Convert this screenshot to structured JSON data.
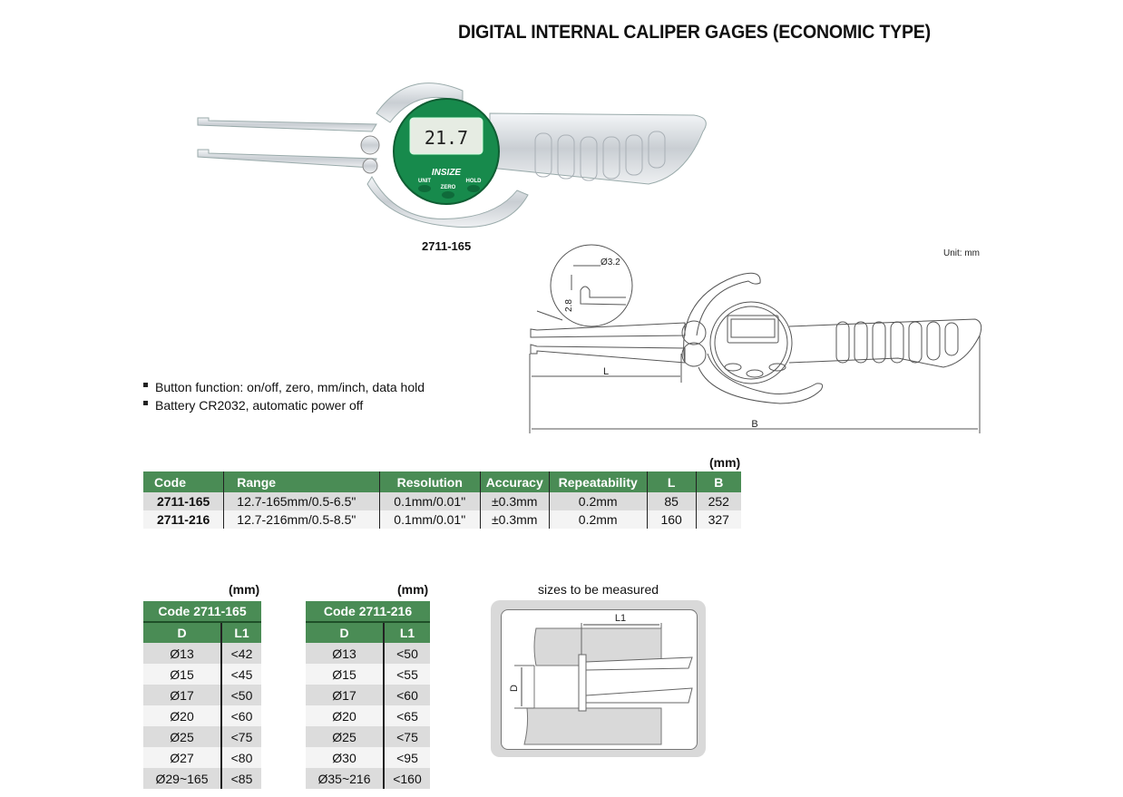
{
  "title": "DIGITAL INTERNAL CALIPER GAGES (ECONOMIC TYPE)",
  "product_photo": {
    "model": "2711-165",
    "display_reading": "21.7",
    "brand": "INSIZE",
    "buttons": [
      "UNIT",
      "ZERO",
      "HOLD"
    ]
  },
  "drawing": {
    "unit_note": "Unit: mm",
    "tip_diameter": "Ø3.2",
    "tip_height": "2.8",
    "dim_L": "L",
    "dim_B": "B"
  },
  "features": [
    "Button function: on/off, zero, mm/inch, data hold",
    "Battery CR2032, automatic power off"
  ],
  "spec_table": {
    "unit": "(mm)",
    "headers": [
      "Code",
      "Range",
      "Resolution",
      "Accuracy",
      "Repeatability",
      "L",
      "B"
    ],
    "rows": [
      [
        "2711-165",
        "12.7-165mm/0.5-6.5\"",
        "0.1mm/0.01\"",
        "±0.3mm",
        "0.2mm",
        "85",
        "252"
      ],
      [
        "2711-216",
        "12.7-216mm/0.5-8.5\"",
        "0.1mm/0.01\"",
        "±0.3mm",
        "0.2mm",
        "160",
        "327"
      ]
    ]
  },
  "depth_tables": [
    {
      "unit": "(mm)",
      "code": "Code 2711-165",
      "headers": [
        "D",
        "L1"
      ],
      "rows": [
        [
          "Ø13",
          "<42"
        ],
        [
          "Ø15",
          "<45"
        ],
        [
          "Ø17",
          "<50"
        ],
        [
          "Ø20",
          "<60"
        ],
        [
          "Ø25",
          "<75"
        ],
        [
          "Ø27",
          "<80"
        ],
        [
          "Ø29~165",
          "<85"
        ]
      ]
    },
    {
      "unit": "(mm)",
      "code": "Code 2711-216",
      "headers": [
        "D",
        "L1"
      ],
      "rows": [
        [
          "Ø13",
          "<50"
        ],
        [
          "Ø15",
          "<55"
        ],
        [
          "Ø17",
          "<60"
        ],
        [
          "Ø20",
          "<65"
        ],
        [
          "Ø25",
          "<75"
        ],
        [
          "Ø30",
          "<95"
        ],
        [
          "Ø35~216",
          "<160"
        ]
      ]
    }
  ],
  "measure_diagram": {
    "caption": "sizes to be measured",
    "dim_L1": "L1",
    "dim_D": "D"
  },
  "colors": {
    "header_green": "#4a8c55",
    "row_dark": "#dcdcdc",
    "row_light": "#f4f4f4",
    "dial_green": "#178a4c"
  }
}
